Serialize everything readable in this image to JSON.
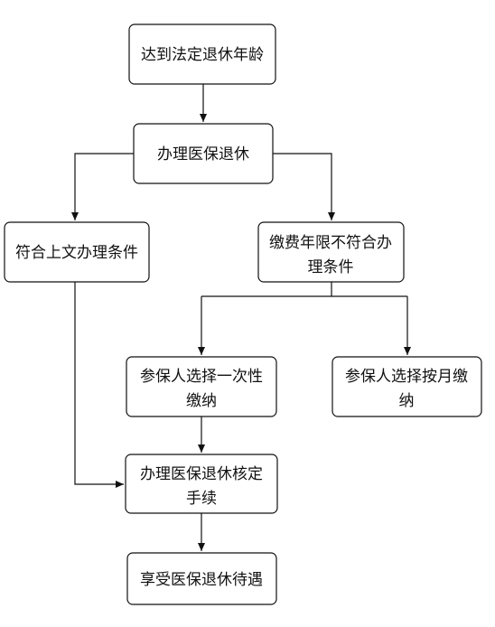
{
  "nodes": {
    "retirement_age": "达到法定退休年龄",
    "handle_retirement": "办理医保退休",
    "meets_conditions": "符合上文办理条件",
    "insufficient_years_line1": "缴费年限不符合办",
    "insufficient_years_line2": "理条件",
    "lump_sum_line1": "参保人选择一次性",
    "lump_sum_line2": "缴纳",
    "monthly_line1": "参保人选择按月缴",
    "monthly_line2": "纳",
    "verify_line1": "办理医保退休核定",
    "verify_line2": "手续",
    "enjoy_benefits": "享受医保退休待遇"
  },
  "colors": {
    "stroke": "#111111",
    "background": "#ffffff"
  }
}
